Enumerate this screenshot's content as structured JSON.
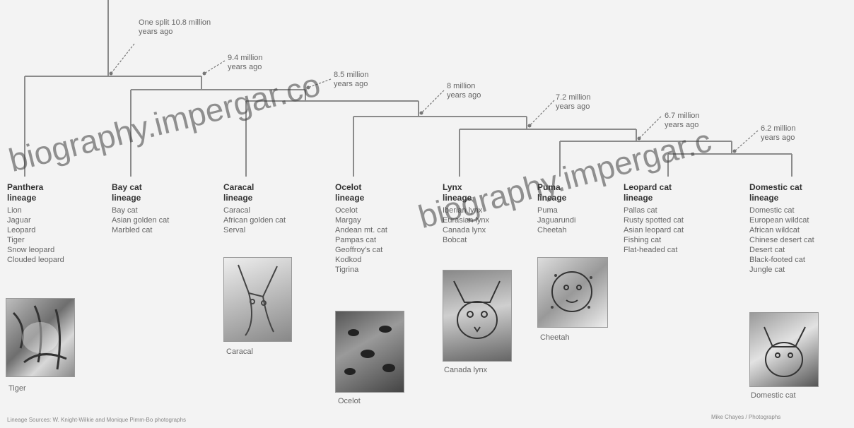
{
  "annotations": [
    "One split 10.8 million years ago",
    "9.4 million years ago",
    "8.5 million years ago",
    "8 million years ago",
    "7.2 million years ago",
    "6.7 million years ago",
    "6.2 million years ago"
  ],
  "lineages": [
    {
      "title": "Panthera lineage",
      "species": [
        "Lion",
        "Jaguar",
        "Leopard",
        "Tiger",
        "Snow leopard",
        "Clouded leopard"
      ],
      "caption": "Tiger"
    },
    {
      "title": "Bay cat lineage",
      "species": [
        "Bay cat",
        "Asian golden cat",
        "Marbled cat"
      ],
      "caption": ""
    },
    {
      "title": "Caracal lineage",
      "species": [
        "Caracal",
        "African golden cat",
        "Serval"
      ],
      "caption": "Caracal"
    },
    {
      "title": "Ocelot lineage",
      "species": [
        "Ocelot",
        "Margay",
        "Andean mt. cat",
        "Pampas cat",
        "Geoffroy's cat",
        "Kodkod",
        "Tigrina"
      ],
      "caption": "Ocelot"
    },
    {
      "title": "Lynx lineage",
      "species": [
        "Iberian lynx",
        "Eurasian lynx",
        "Canada lynx",
        "Bobcat"
      ],
      "caption": "Canada lynx"
    },
    {
      "title": "Puma lineage",
      "species": [
        "Puma",
        "Jaguarundi",
        "Cheetah"
      ],
      "caption": "Cheetah"
    },
    {
      "title": "Leopard cat lineage",
      "species": [
        "Pallas cat",
        "Rusty spotted cat",
        "Asian leopard cat",
        "Fishing cat",
        "Flat-headed cat"
      ],
      "caption": ""
    },
    {
      "title": "Domestic cat lineage",
      "species": [
        "Domestic cat",
        "European wildcat",
        "African wildcat",
        "Chinese desert cat",
        "Desert cat",
        "Black-footed cat",
        "Jungle cat"
      ],
      "caption": "Domestic cat"
    }
  ],
  "footer": {
    "left": "Lineage Sources: W. Knight-Wilkie and Monique Pimm-Bo photographs",
    "right": "Mike Chayes / Photographs"
  },
  "watermarks": [
    "biography.impergar.co",
    "biography.impergar.c"
  ],
  "icons": {
    "photo": "cat-photo-icon"
  }
}
